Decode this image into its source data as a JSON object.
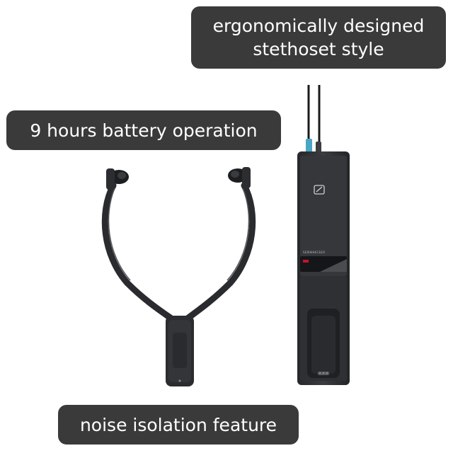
{
  "callouts": {
    "top_line1": "ergonomically designed",
    "top_line2": "stethoset style",
    "middle": "9 hours battery operation",
    "bottom": "noise isolation feature"
  },
  "colors": {
    "callout_bg": "#3a3a3a",
    "callout_text": "#ffffff",
    "device_body": "#2f3135",
    "accent_red": "#c8102e"
  },
  "product": {
    "brand_label": "SENNHEISER"
  }
}
